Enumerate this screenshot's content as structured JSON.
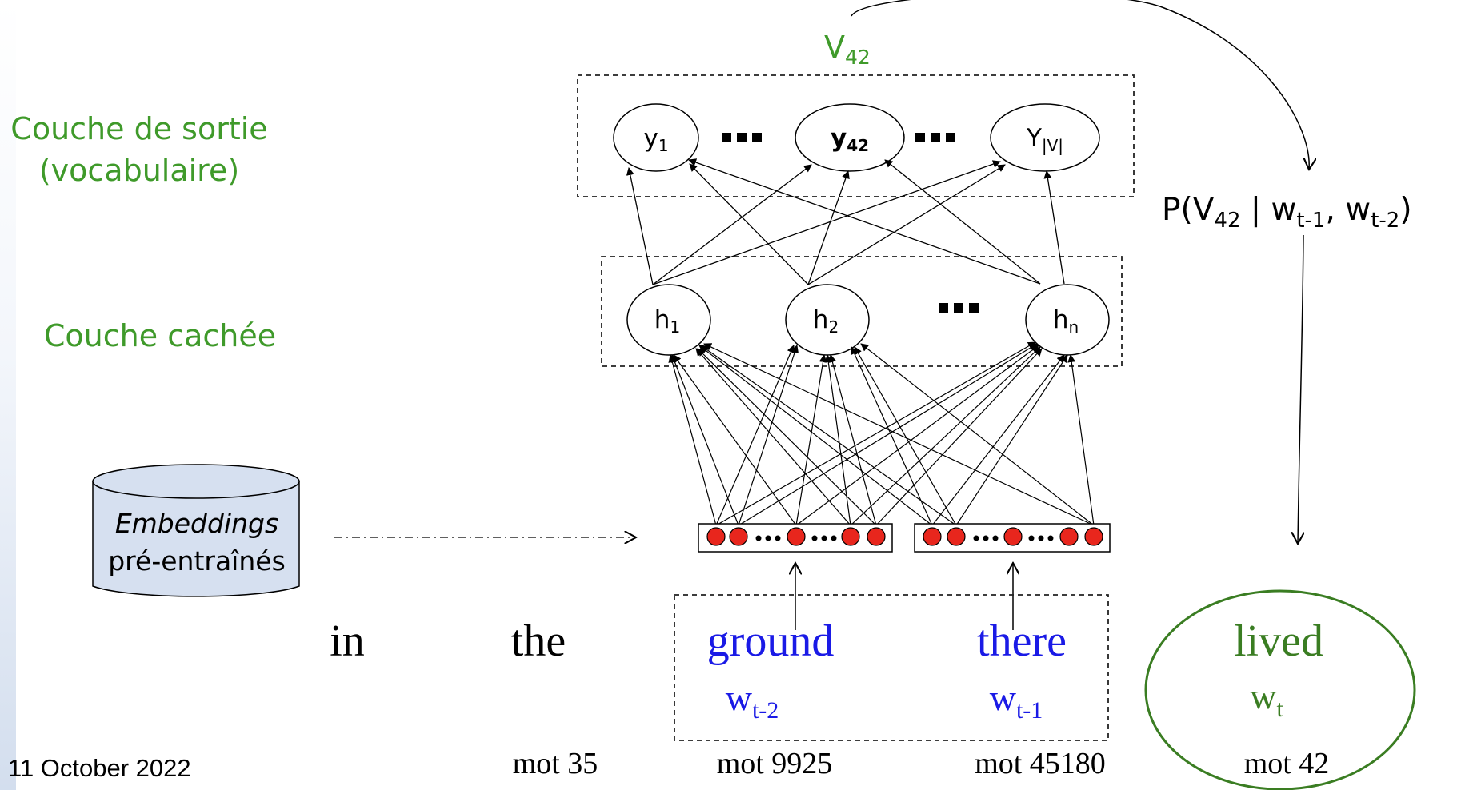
{
  "labels": {
    "output_layer_line1": "Couche de sortie",
    "output_layer_line2": "(vocabulaire)",
    "hidden_layer": "Couche cachée",
    "v42_base": "V",
    "v42_sub": "42"
  },
  "output_nodes": {
    "y1_base": "y",
    "y1_sub": "1",
    "y42_base": "y",
    "y42_sub": "42",
    "yv_base": "Y",
    "yv_sub": "|V|"
  },
  "hidden_nodes": {
    "h1_base": "h",
    "h1_sub": "1",
    "h2_base": "h",
    "h2_sub": "2",
    "hn_base": "h",
    "hn_sub": "n"
  },
  "probability": {
    "p_open": "P(V",
    "v_sub": "42",
    "bar": " | w",
    "w1_sub": "t-1",
    "comma": ", w",
    "w2_sub": "t-2",
    "close": ")"
  },
  "embeddings": {
    "line1": "Embeddings",
    "line2": "pré-entraînés"
  },
  "words": {
    "in": "in",
    "the": "the",
    "ground": "ground",
    "there": "there",
    "lived": "lived"
  },
  "word_vars": {
    "wt2_base": "w",
    "wt2_sub": "t-2",
    "wt1_base": "w",
    "wt1_sub": "t-1",
    "wt_base": "w",
    "wt_sub": "t"
  },
  "word_ids": {
    "mot35": "mot 35",
    "mot9925": "mot 9925",
    "mot45180": "mot 45180",
    "mot42": "mot 42"
  },
  "footer": {
    "date": "11 October 2022"
  },
  "colors": {
    "green": "#3f9a2a",
    "blue": "#1a1ae6",
    "neuron_red": "#e8261d",
    "cylinder_fill": "#d6e0f0"
  }
}
